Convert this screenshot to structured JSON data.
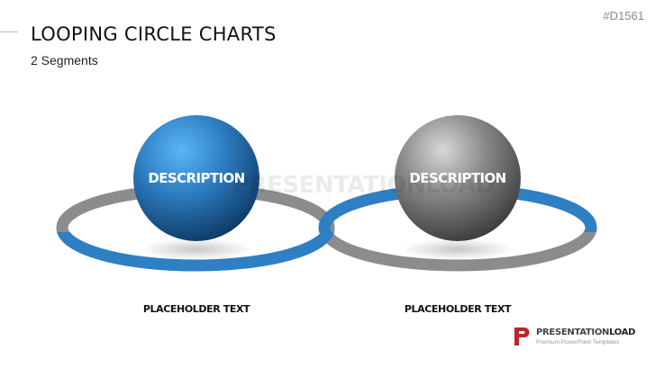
{
  "slide": {
    "title": "LOOPING CIRCLE CHARTS",
    "subtitle": "2 Segments",
    "code": "#D1561"
  },
  "segments": [
    {
      "label": "DESCRIPTION",
      "caption": "PLACEHOLDER TEXT",
      "sphere_color": "#2f7fc4",
      "ring_color": "#2f7fc4"
    },
    {
      "label": "DESCRIPTION",
      "caption": "PLACEHOLDER TEXT",
      "sphere_color": "#7a7a7a",
      "ring_color": "#8c8c8c"
    }
  ],
  "watermark": "PRESENTATIONLOAD",
  "logo": {
    "name_part1": "PRESENTATION",
    "name_part2": "LOAD",
    "tagline": "Premium PowerPoint Templates",
    "mark_color": "#c0232a"
  },
  "colors": {
    "blue": "#2f7fc4",
    "gray": "#8c8c8c",
    "title": "#111111",
    "code": "#8a8a8a"
  }
}
